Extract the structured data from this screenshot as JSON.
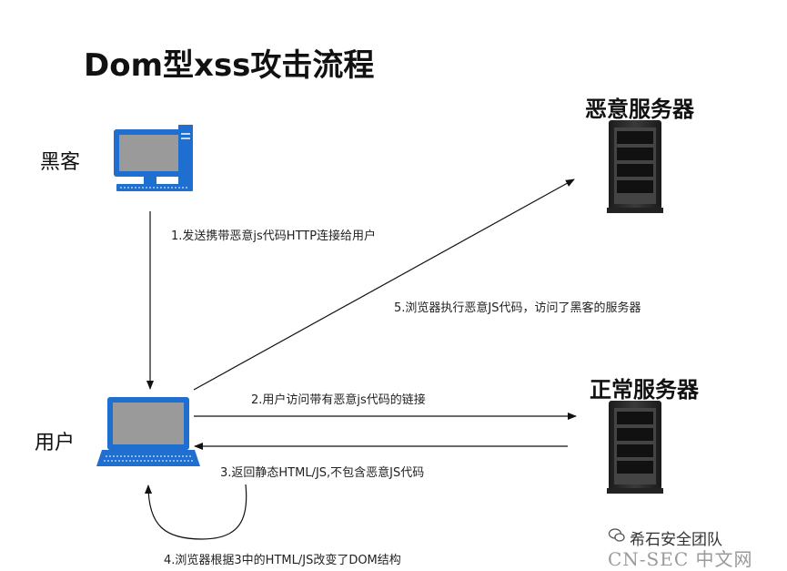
{
  "title": "Dom型xss攻击流程",
  "nodes": {
    "hacker": "黑客",
    "user": "用户",
    "malicious_server": "恶意服务器",
    "normal_server": "正常服务器"
  },
  "steps": {
    "step1": "1.发送携带恶意js代码HTTP连接给用户",
    "step2": "2.用户访问带有恶意js代码的链接",
    "step3": "3.返回静态HTML/JS,不包含恶意JS代码",
    "step4": "4.浏览器根据3中的HTML/JS改变了DOM结构",
    "step5": "5.浏览器执行恶意JS代码，访问了黑客的服务器"
  },
  "watermark": {
    "brand": "希石安全团队",
    "site": "CN-SEC 中文网"
  },
  "colors": {
    "monitor_frame": "#1e6fd0",
    "monitor_screen": "#9a9a9a",
    "server_body": "#2a2a2a",
    "arrow": "#111111"
  }
}
